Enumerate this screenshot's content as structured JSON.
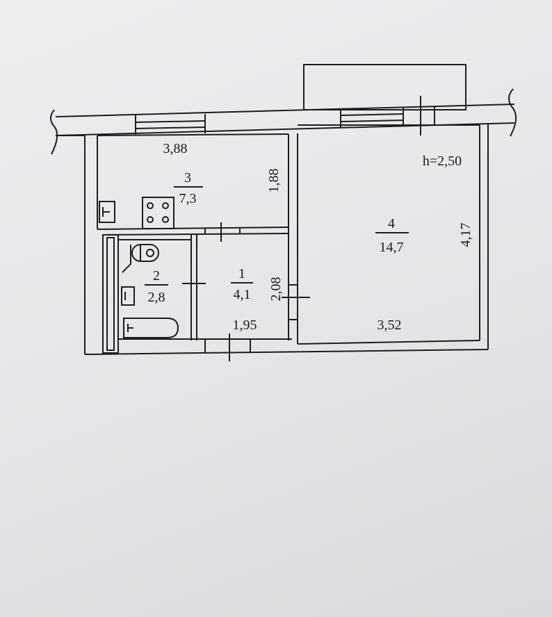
{
  "plan": {
    "ceiling_height": "h=2,50",
    "rooms": [
      {
        "number": "1",
        "area": "4,1"
      },
      {
        "number": "2",
        "area": "2,8"
      },
      {
        "number": "3",
        "area": "7,3"
      },
      {
        "number": "4",
        "area": "14,7"
      }
    ],
    "dimensions": {
      "kitchen_width": "3,88",
      "kitchen_depth": "1,88",
      "corridor_width": "1,95",
      "corridor_depth": "2,08",
      "room_width": "3,52",
      "room_depth": "4,17"
    }
  }
}
